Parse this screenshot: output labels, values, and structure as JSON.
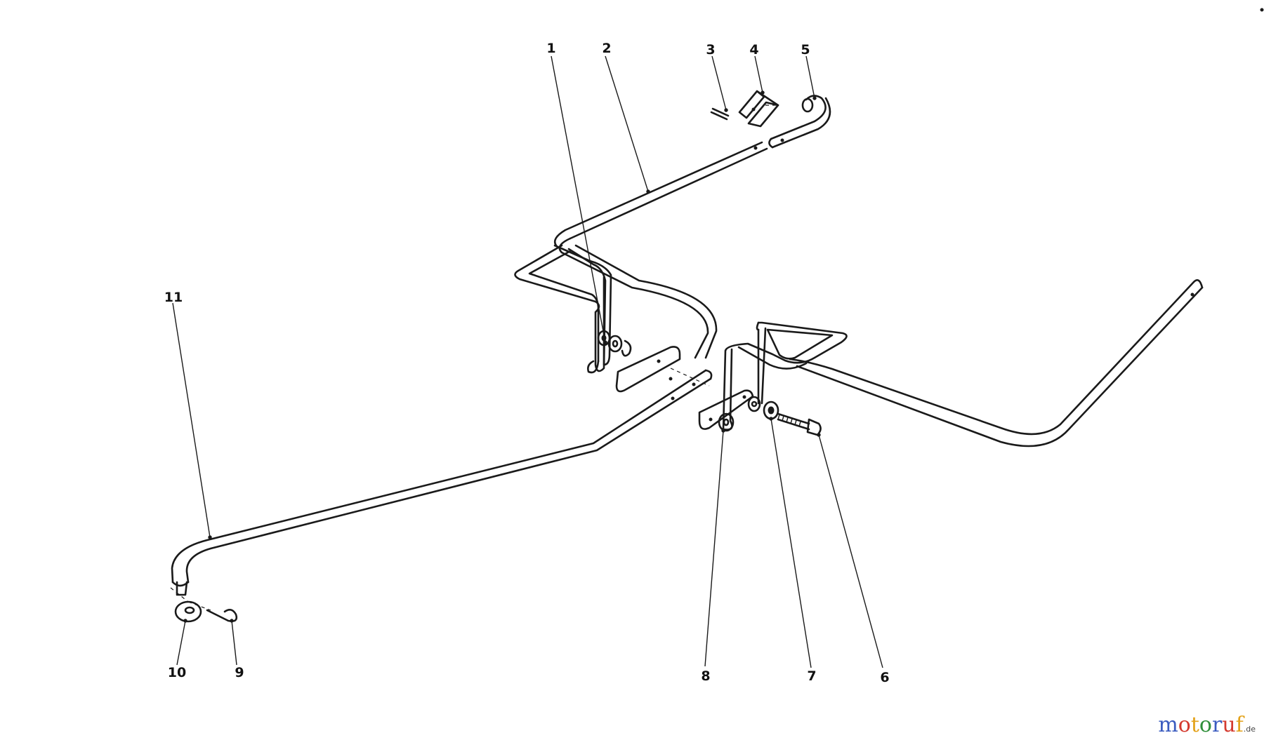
{
  "diagram": {
    "callouts": {
      "c1": "1",
      "c2": "2",
      "c3": "3",
      "c4": "4",
      "c5": "5",
      "c6": "6",
      "c7": "7",
      "c8": "8",
      "c9": "9",
      "c10": "10",
      "c11": "11"
    }
  },
  "watermark": {
    "letters": [
      {
        "ch": "m",
        "color": "#3a5bbf"
      },
      {
        "ch": "o",
        "color": "#d43a2f"
      },
      {
        "ch": "t",
        "color": "#e3a21a"
      },
      {
        "ch": "o",
        "color": "#2f8f3a"
      },
      {
        "ch": "r",
        "color": "#3a5bbf"
      },
      {
        "ch": "u",
        "color": "#d43a2f"
      },
      {
        "ch": "f",
        "color": "#e3a21a"
      }
    ],
    "suffix": ".de"
  }
}
